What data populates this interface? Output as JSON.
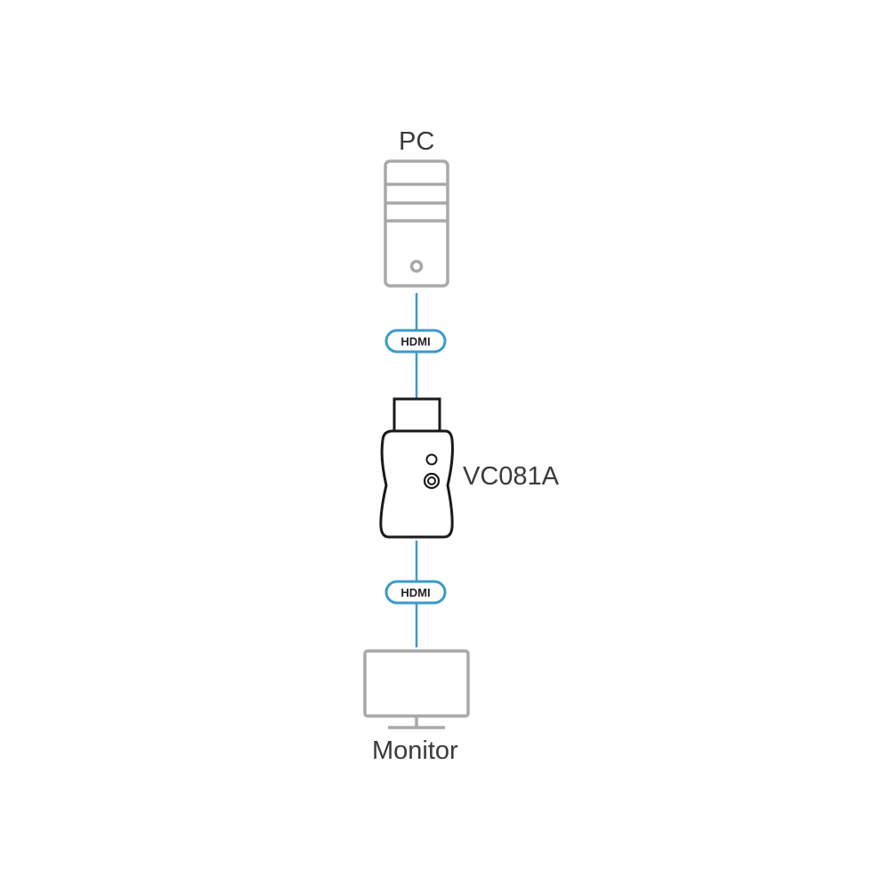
{
  "nodes": {
    "pc": {
      "label": "PC",
      "icon": "pc-tower-icon"
    },
    "device": {
      "label": "VC081A",
      "icon": "hdmi-adapter-icon"
    },
    "monitor": {
      "label": "Monitor",
      "icon": "monitor-icon"
    }
  },
  "links": [
    {
      "from": "pc",
      "to": "device",
      "label": "HDMI"
    },
    {
      "from": "device",
      "to": "monitor",
      "label": "HDMI"
    }
  ],
  "colors": {
    "cable": "#3a9bc7",
    "outline_gray": "#a8a8a8",
    "device_outline": "#1a1a1a",
    "text": "#3a3a3a"
  }
}
